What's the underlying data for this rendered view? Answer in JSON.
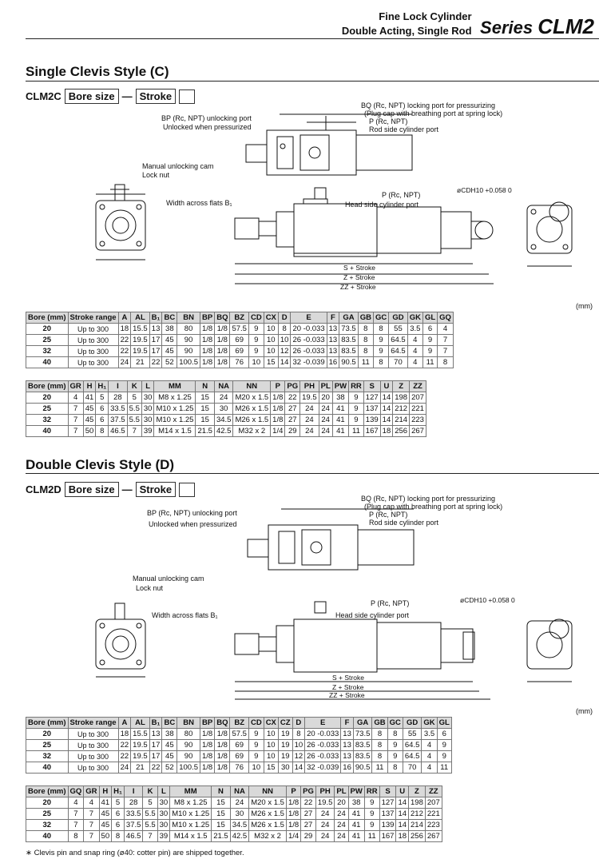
{
  "header": {
    "line1": "Fine Lock Cylinder",
    "line2": "Double Acting, Single Rod",
    "series_prefix": "Series",
    "series_name": "CLM2"
  },
  "section_c": {
    "title": "Single Clevis Style (C)",
    "model_prefix": "CLM2C",
    "model_bore": "Bore size",
    "model_stroke": "Stroke",
    "labels": {
      "bq": "BQ (Rc, NPT) locking port for pressurizing",
      "plug": "(Plug cap with breathing port at spring lock)",
      "p_top": "P (Rc, NPT)",
      "rod_port": "Rod side cylinder port",
      "bp": "BP (Rc, NPT) unlocking port",
      "unlocked": "Unlocked when pressurized",
      "manual": "Manual unlocking cam",
      "lock_nut": "Lock nut",
      "width_flats": "Width across flats B₁",
      "p_head": "P (Rc, NPT)",
      "head_port": "Head side cylinder port",
      "cd": "øCDH10 +0.058 0",
      "s_stroke": "S + Stroke",
      "z_stroke": "Z + Stroke",
      "zz_stroke": "ZZ + Stroke"
    }
  },
  "section_d": {
    "title": "Double Clevis Style (D)",
    "model_prefix": "CLM2D",
    "model_bore": "Bore size",
    "model_stroke": "Stroke"
  },
  "unit": "(mm)",
  "table_c1": {
    "headers": [
      "Bore (mm)",
      "Stroke range",
      "A",
      "AL",
      "B₁",
      "BC",
      "BN",
      "BP",
      "BQ",
      "BZ",
      "CD",
      "CX",
      "D",
      "E",
      "F",
      "GA",
      "GB",
      "GC",
      "GD",
      "GK",
      "GL",
      "GQ"
    ],
    "rows": [
      [
        "20",
        "Up to 300",
        "18",
        "15.5",
        "13",
        "38",
        "80",
        "1/8",
        "1/8",
        "57.5",
        "9",
        "10",
        "8",
        "20 -0.033",
        "13",
        "73.5",
        "8",
        "8",
        "55",
        "3.5",
        "6",
        "4"
      ],
      [
        "25",
        "Up to 300",
        "22",
        "19.5",
        "17",
        "45",
        "90",
        "1/8",
        "1/8",
        "69",
        "9",
        "10",
        "10",
        "26 -0.033",
        "13",
        "83.5",
        "8",
        "9",
        "64.5",
        "4",
        "9",
        "7"
      ],
      [
        "32",
        "Up to 300",
        "22",
        "19.5",
        "17",
        "45",
        "90",
        "1/8",
        "1/8",
        "69",
        "9",
        "10",
        "12",
        "26 -0.033",
        "13",
        "83.5",
        "8",
        "9",
        "64.5",
        "4",
        "9",
        "7"
      ],
      [
        "40",
        "Up to 300",
        "24",
        "21",
        "22",
        "52",
        "100.5",
        "1/8",
        "1/8",
        "76",
        "10",
        "15",
        "14",
        "32 -0.039",
        "16",
        "90.5",
        "11",
        "8",
        "70",
        "4",
        "11",
        "8"
      ]
    ]
  },
  "table_c2": {
    "headers": [
      "Bore (mm)",
      "GR",
      "H",
      "H₁",
      "I",
      "K",
      "L",
      "MM",
      "N",
      "NA",
      "NN",
      "P",
      "PG",
      "PH",
      "PL",
      "PW",
      "RR",
      "S",
      "U",
      "Z",
      "ZZ"
    ],
    "rows": [
      [
        "20",
        "4",
        "41",
        "5",
        "28",
        "5",
        "30",
        "M8 x 1.25",
        "15",
        "24",
        "M20 x 1.5",
        "1/8",
        "22",
        "19.5",
        "20",
        "38",
        "9",
        "127",
        "14",
        "198",
        "207"
      ],
      [
        "25",
        "7",
        "45",
        "6",
        "33.5",
        "5.5",
        "30",
        "M10 x 1.25",
        "15",
        "30",
        "M26 x 1.5",
        "1/8",
        "27",
        "24",
        "24",
        "41",
        "9",
        "137",
        "14",
        "212",
        "221"
      ],
      [
        "32",
        "7",
        "45",
        "6",
        "37.5",
        "5.5",
        "30",
        "M10 x 1.25",
        "15",
        "34.5",
        "M26 x 1.5",
        "1/8",
        "27",
        "24",
        "24",
        "41",
        "9",
        "139",
        "14",
        "214",
        "223"
      ],
      [
        "40",
        "7",
        "50",
        "8",
        "46.5",
        "7",
        "39",
        "M14 x 1.5",
        "21.5",
        "42.5",
        "M32 x 2",
        "1/4",
        "29",
        "24",
        "24",
        "41",
        "11",
        "167",
        "18",
        "256",
        "267"
      ]
    ]
  },
  "table_d1": {
    "headers": [
      "Bore (mm)",
      "Stroke range",
      "A",
      "AL",
      "B₁",
      "BC",
      "BN",
      "BP",
      "BQ",
      "BZ",
      "CD",
      "CX",
      "CZ",
      "D",
      "E",
      "F",
      "GA",
      "GB",
      "GC",
      "GD",
      "GK",
      "GL"
    ],
    "rows": [
      [
        "20",
        "Up to 300",
        "18",
        "15.5",
        "13",
        "38",
        "80",
        "1/8",
        "1/8",
        "57.5",
        "9",
        "10",
        "19",
        "8",
        "20 -0.033",
        "13",
        "73.5",
        "8",
        "8",
        "55",
        "3.5",
        "6"
      ],
      [
        "25",
        "Up to 300",
        "22",
        "19.5",
        "17",
        "45",
        "90",
        "1/8",
        "1/8",
        "69",
        "9",
        "10",
        "19",
        "10",
        "26 -0.033",
        "13",
        "83.5",
        "8",
        "9",
        "64.5",
        "4",
        "9"
      ],
      [
        "32",
        "Up to 300",
        "22",
        "19.5",
        "17",
        "45",
        "90",
        "1/8",
        "1/8",
        "69",
        "9",
        "10",
        "19",
        "12",
        "26 -0.033",
        "13",
        "83.5",
        "8",
        "9",
        "64.5",
        "4",
        "9"
      ],
      [
        "40",
        "Up to 300",
        "24",
        "21",
        "22",
        "52",
        "100.5",
        "1/8",
        "1/8",
        "76",
        "10",
        "15",
        "30",
        "14",
        "32 -0.039",
        "16",
        "90.5",
        "11",
        "8",
        "70",
        "4",
        "11"
      ]
    ]
  },
  "table_d2": {
    "headers": [
      "Bore (mm)",
      "GQ",
      "GR",
      "H",
      "H₁",
      "I",
      "K",
      "L",
      "MM",
      "N",
      "NA",
      "NN",
      "P",
      "PG",
      "PH",
      "PL",
      "PW",
      "RR",
      "S",
      "U",
      "Z",
      "ZZ"
    ],
    "rows": [
      [
        "20",
        "4",
        "4",
        "41",
        "5",
        "28",
        "5",
        "30",
        "M8 x 1.25",
        "15",
        "24",
        "M20 x 1.5",
        "1/8",
        "22",
        "19.5",
        "20",
        "38",
        "9",
        "127",
        "14",
        "198",
        "207"
      ],
      [
        "25",
        "7",
        "7",
        "45",
        "6",
        "33.5",
        "5.5",
        "30",
        "M10 x 1.25",
        "15",
        "30",
        "M26 x 1.5",
        "1/8",
        "27",
        "24",
        "24",
        "41",
        "9",
        "137",
        "14",
        "212",
        "221"
      ],
      [
        "32",
        "7",
        "7",
        "45",
        "6",
        "37.5",
        "5.5",
        "30",
        "M10 x 1.25",
        "15",
        "34.5",
        "M26 x 1.5",
        "1/8",
        "27",
        "24",
        "24",
        "41",
        "9",
        "139",
        "14",
        "214",
        "223"
      ],
      [
        "40",
        "8",
        "7",
        "50",
        "8",
        "46.5",
        "7",
        "39",
        "M14 x 1.5",
        "21.5",
        "42.5",
        "M32 x 2",
        "1/4",
        "29",
        "24",
        "24",
        "41",
        "11",
        "167",
        "18",
        "256",
        "267"
      ]
    ]
  },
  "footnote": "∗ Clevis pin and snap ring (ø40: cotter pin) are shipped together."
}
